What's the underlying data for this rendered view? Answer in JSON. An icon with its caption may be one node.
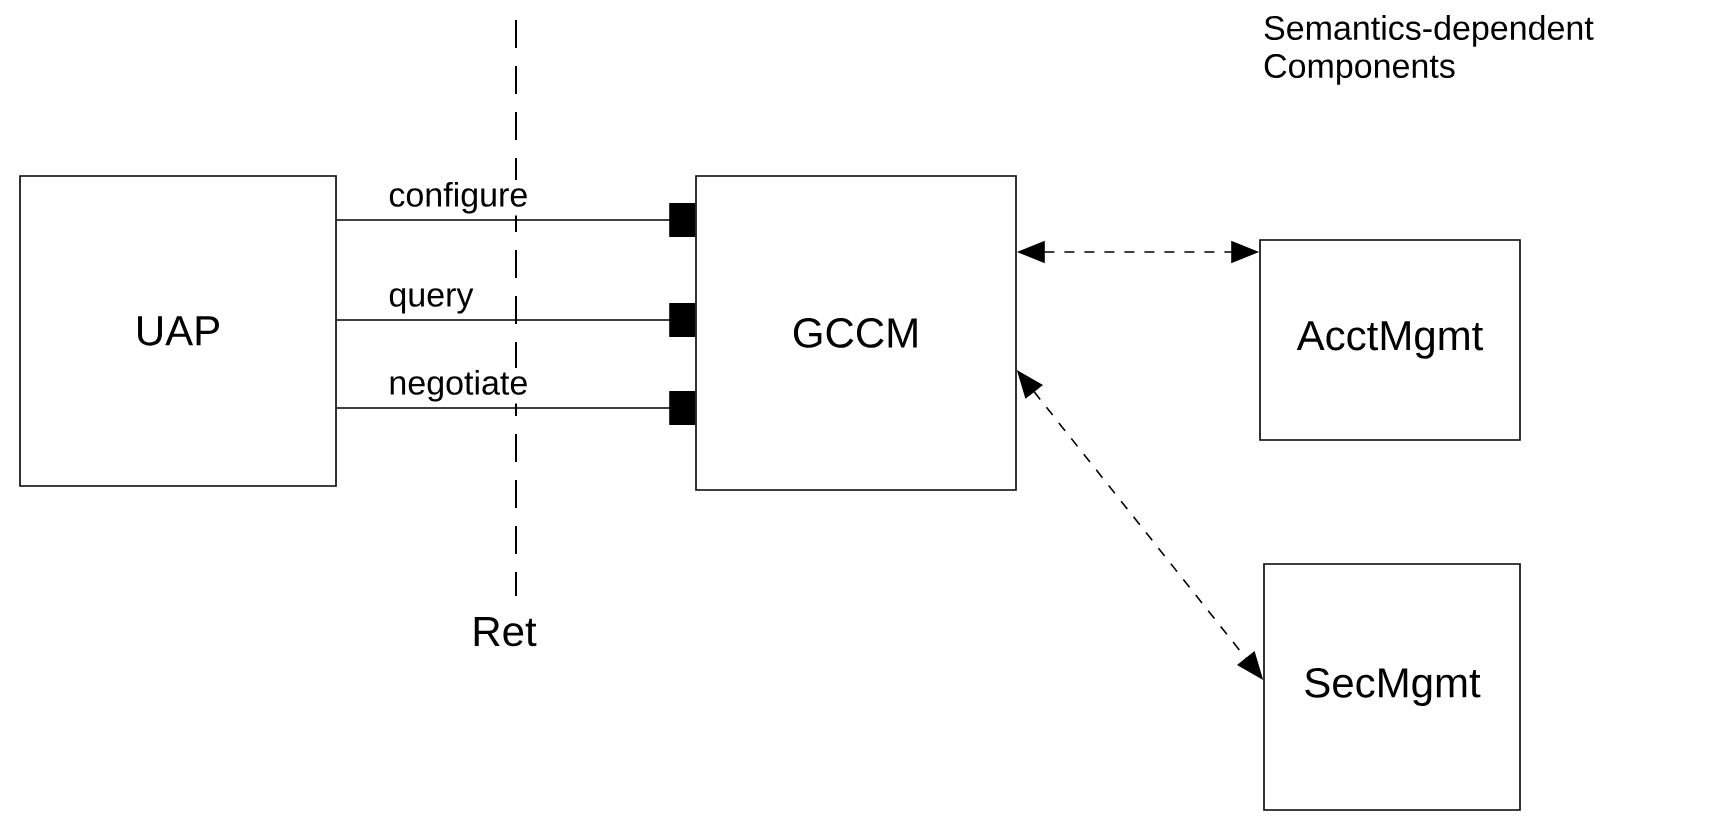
{
  "diagram": {
    "nodes": [
      {
        "text": [
          "UAP"
        ]
      },
      {
        "text": [
          "GCCM"
        ]
      },
      {
        "text": [
          "AcctMgmt"
        ]
      },
      {
        "text": [
          "SecMgmt"
        ]
      }
    ],
    "edges": [
      {
        "from": 0,
        "to": 1,
        "arrow": "other",
        "label": "configure"
      },
      {
        "from": 0,
        "to": 1,
        "arrow": "other",
        "label": "query"
      },
      {
        "from": 0,
        "to": 1,
        "arrow": "other",
        "label": "negotiate"
      },
      {
        "from": 1,
        "to": 2,
        "arrow": "both",
        "style": "dashed"
      },
      {
        "from": 1,
        "to": 3,
        "arrow": "both",
        "style": "dashed"
      }
    ],
    "labels": [
      "Semantics-dependent Components",
      "Ret"
    ]
  }
}
